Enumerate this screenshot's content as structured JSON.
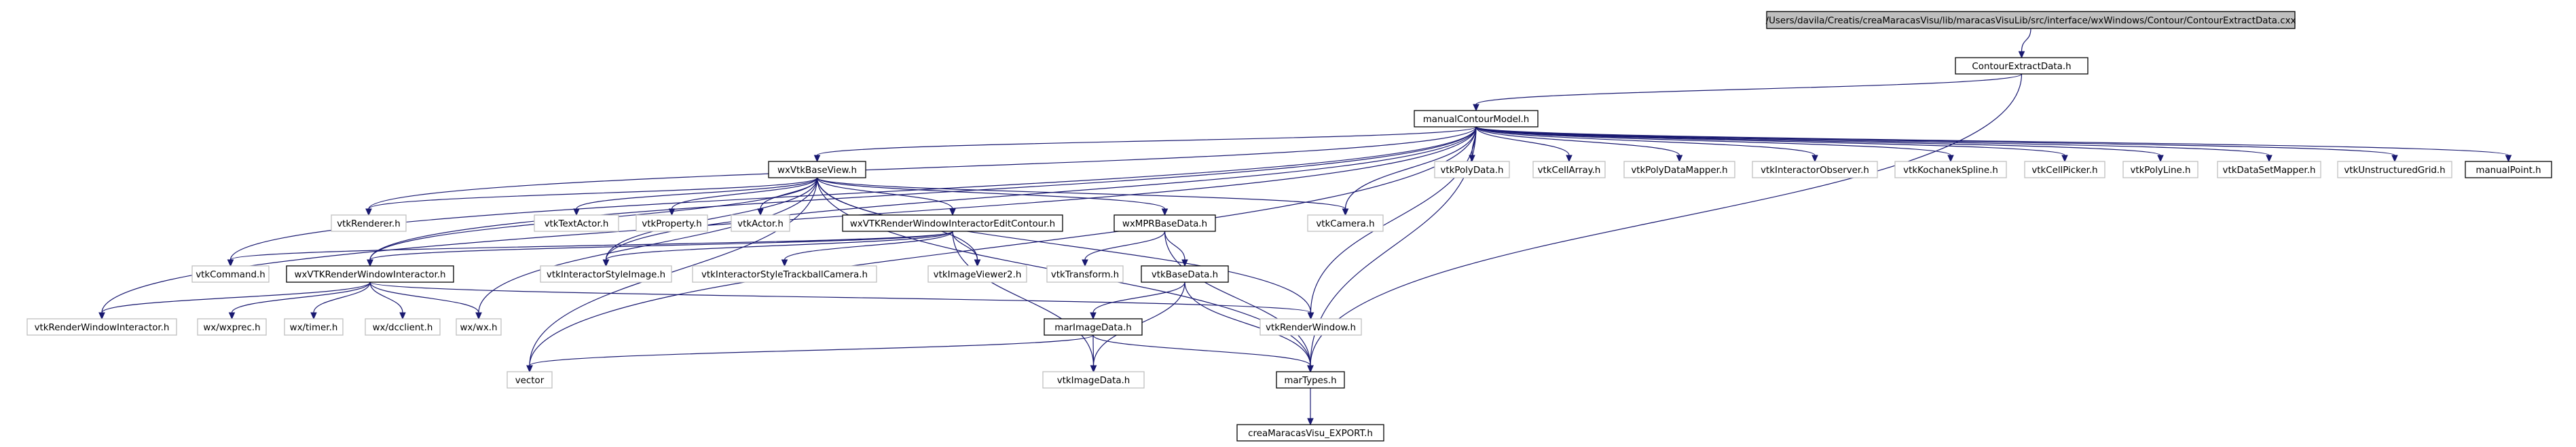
{
  "graph": {
    "edge_color": "#191970",
    "root_fill": "#bfbfbf",
    "nodes": [
      {
        "id": "root",
        "label": "/Users/davila/Creatis/creaMaracasVisu/lib/maracasVisuLib/src/interface/wxWindows/Contour/ContourExtractData.cxx",
        "kind": "root"
      },
      {
        "id": "ced",
        "label": "ContourExtractData.h",
        "kind": "doc"
      },
      {
        "id": "mcm",
        "label": "manualContourModel.h",
        "kind": "doc"
      },
      {
        "id": "wbv",
        "label": "wxVtkBaseView.h",
        "kind": "doc"
      },
      {
        "id": "vpd",
        "label": "vtkPolyData.h",
        "kind": "ext"
      },
      {
        "id": "vca",
        "label": "vtkCellArray.h",
        "kind": "ext"
      },
      {
        "id": "vpdm",
        "label": "vtkPolyDataMapper.h",
        "kind": "ext"
      },
      {
        "id": "vio",
        "label": "vtkInteractorObserver.h",
        "kind": "ext"
      },
      {
        "id": "vks",
        "label": "vtkKochanekSpline.h",
        "kind": "ext"
      },
      {
        "id": "vcp",
        "label": "vtkCellPicker.h",
        "kind": "ext"
      },
      {
        "id": "vpl",
        "label": "vtkPolyLine.h",
        "kind": "ext"
      },
      {
        "id": "vdsm",
        "label": "vtkDataSetMapper.h",
        "kind": "ext"
      },
      {
        "id": "vug",
        "label": "vtkUnstructuredGrid.h",
        "kind": "ext"
      },
      {
        "id": "mp",
        "label": "manualPoint.h",
        "kind": "doc"
      },
      {
        "id": "vren",
        "label": "vtkRenderer.h",
        "kind": "ext"
      },
      {
        "id": "vta",
        "label": "vtkTextActor.h",
        "kind": "ext"
      },
      {
        "id": "vprop",
        "label": "vtkProperty.h",
        "kind": "ext"
      },
      {
        "id": "vact",
        "label": "vtkActor.h",
        "kind": "ext"
      },
      {
        "id": "vcam",
        "label": "vtkCamera.h",
        "kind": "ext"
      },
      {
        "id": "wrec",
        "label": "wxVTKRenderWindowInteractorEditContour.h",
        "kind": "doc"
      },
      {
        "id": "mprb",
        "label": "wxMPRBaseData.h",
        "kind": "doc"
      },
      {
        "id": "vcmd",
        "label": "vtkCommand.h",
        "kind": "ext"
      },
      {
        "id": "wrwi",
        "label": "wxVTKRenderWindowInteractor.h",
        "kind": "doc"
      },
      {
        "id": "visi",
        "label": "vtkInteractorStyleImage.h",
        "kind": "ext"
      },
      {
        "id": "vistc",
        "label": "vtkInteractorStyleTrackballCamera.h",
        "kind": "ext"
      },
      {
        "id": "viv2",
        "label": "vtkImageViewer2.h",
        "kind": "ext"
      },
      {
        "id": "vtr",
        "label": "vtkTransform.h",
        "kind": "ext"
      },
      {
        "id": "vbd",
        "label": "vtkBaseData.h",
        "kind": "doc"
      },
      {
        "id": "vrwi",
        "label": "vtkRenderWindowInteractor.h",
        "kind": "ext"
      },
      {
        "id": "wxp",
        "label": "wx/wxprec.h",
        "kind": "ext"
      },
      {
        "id": "wxt",
        "label": "wx/timer.h",
        "kind": "ext"
      },
      {
        "id": "wxd",
        "label": "wx/dcclient.h",
        "kind": "ext"
      },
      {
        "id": "wxw",
        "label": "wx/wx.h",
        "kind": "ext"
      },
      {
        "id": "vrw",
        "label": "vtkRenderWindow.h",
        "kind": "ext"
      },
      {
        "id": "mid",
        "label": "marImageData.h",
        "kind": "doc"
      },
      {
        "id": "vec",
        "label": "vector",
        "kind": "ext"
      },
      {
        "id": "vid",
        "label": "vtkImageData.h",
        "kind": "ext"
      },
      {
        "id": "mt",
        "label": "marTypes.h",
        "kind": "doc"
      },
      {
        "id": "cmve",
        "label": "creaMaracasVisu_EXPORT.h",
        "kind": "doc"
      }
    ],
    "edges": [
      [
        "root",
        "ced"
      ],
      [
        "ced",
        "mcm"
      ],
      [
        "ced",
        "mt"
      ],
      [
        "mcm",
        "wbv"
      ],
      [
        "mcm",
        "vpd"
      ],
      [
        "mcm",
        "vca"
      ],
      [
        "mcm",
        "vpdm"
      ],
      [
        "mcm",
        "vio"
      ],
      [
        "mcm",
        "vks"
      ],
      [
        "mcm",
        "vcp"
      ],
      [
        "mcm",
        "vpl"
      ],
      [
        "mcm",
        "vdsm"
      ],
      [
        "mcm",
        "vug"
      ],
      [
        "mcm",
        "mp"
      ],
      [
        "mcm",
        "vren"
      ],
      [
        "mcm",
        "vcam"
      ],
      [
        "mcm",
        "vcmd"
      ],
      [
        "mcm",
        "wrwi"
      ],
      [
        "mcm",
        "visi"
      ],
      [
        "mcm",
        "vrwi"
      ],
      [
        "mcm",
        "vrw"
      ],
      [
        "mcm",
        "vec"
      ],
      [
        "mcm",
        "mt"
      ],
      [
        "wbv",
        "vren"
      ],
      [
        "wbv",
        "vta"
      ],
      [
        "wbv",
        "vprop"
      ],
      [
        "wbv",
        "vact"
      ],
      [
        "wbv",
        "vcam"
      ],
      [
        "wbv",
        "wrec"
      ],
      [
        "wbv",
        "mprb"
      ],
      [
        "wbv",
        "wrwi"
      ],
      [
        "wbv",
        "visi"
      ],
      [
        "wbv",
        "viv2"
      ],
      [
        "wbv",
        "vrw"
      ],
      [
        "wbv",
        "wxw"
      ],
      [
        "wbv",
        "vec"
      ],
      [
        "wbv",
        "mt"
      ],
      [
        "wrec",
        "vcmd"
      ],
      [
        "wrec",
        "wrwi"
      ],
      [
        "wrec",
        "visi"
      ],
      [
        "wrec",
        "vistc"
      ],
      [
        "wrec",
        "viv2"
      ],
      [
        "wrec",
        "vid"
      ],
      [
        "mprb",
        "vtr"
      ],
      [
        "mprb",
        "vbd"
      ],
      [
        "mprb",
        "mt"
      ],
      [
        "vbd",
        "mid"
      ],
      [
        "vbd",
        "vid"
      ],
      [
        "vbd",
        "mt"
      ],
      [
        "wrwi",
        "vrwi"
      ],
      [
        "wrwi",
        "wxp"
      ],
      [
        "wrwi",
        "wxt"
      ],
      [
        "wrwi",
        "wxd"
      ],
      [
        "wrwi",
        "wxw"
      ],
      [
        "wrwi",
        "vrw"
      ],
      [
        "mid",
        "vec"
      ],
      [
        "mid",
        "vid"
      ],
      [
        "mid",
        "mt"
      ],
      [
        "mt",
        "cmve"
      ]
    ]
  }
}
